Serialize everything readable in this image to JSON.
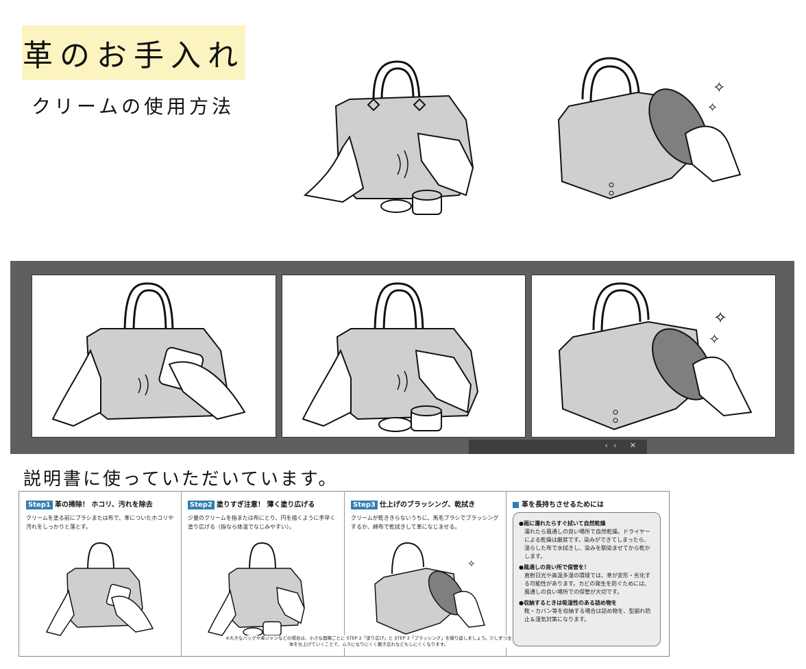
{
  "title": "革のお手入れ",
  "subtitle": "クリームの使用方法",
  "caption": "説明書に使っていただいています。",
  "colors": {
    "title_bg": "#fbf3c0",
    "band_bg": "#5f5f5f",
    "bag_fill": "#cfcfcf",
    "step_tag": "#2f7fb0"
  },
  "mini_panel": {
    "controls": "‹‹ ✕"
  },
  "manual": {
    "steps": [
      {
        "tag": "Step1",
        "heading": "革の掃除！ ホコリ、汚れを除去",
        "body": "クリームを塗る前にブラシまたは布で、革についたホコリや汚れをしっかりと落とす。"
      },
      {
        "tag": "Step2",
        "heading": "塗りすぎ注意！ 薄く塗り広げる",
        "body": "少量のクリームを指または布にとり、円を描くように手早く塗り広げる（指なら体温でなじみやすい）。"
      },
      {
        "tag": "Step3",
        "heading": "仕上げのブラッシング、乾拭き",
        "body": "クリームが乾ききらないうちに、馬毛ブラシでブラッシングするか、綿布で乾拭きして革になじませる。"
      }
    ],
    "tips_title": "革を長持ちさせるためには",
    "tips": [
      {
        "heading": "●雨に濡れたらすぐ拭いて自然乾燥",
        "body": "濡れたら風通しの良い場所で自然乾燥。ドライヤーによる乾燥は厳禁です。染みができてしまったら、湿らした布で水拭きし、染みを馴染ませてから乾かします。"
      },
      {
        "heading": "●風通しの良い所で保管を！",
        "body": "直射日光や高温多湿の環境では、革が変形・劣化する可能性があります。カビの発生を防ぐためには、風通しの良い場所での保管が大切です。"
      },
      {
        "heading": "●収納するときは吸湿性のある詰め物を",
        "body": "靴・カバン等を収納する場合は詰め物を、型崩れ防止＆湿気対策になります。"
      }
    ],
    "note": "※大きなバッグや革ジャンなどの場合は、小さな面積ごとに STEP 2「塗り広げ」と STEP 3「ブラッシング」を繰り返しましょう。少しずつ全体を仕上げていくことで、ムラになりにくく磨き忘れなどもしにくくなります。"
  }
}
